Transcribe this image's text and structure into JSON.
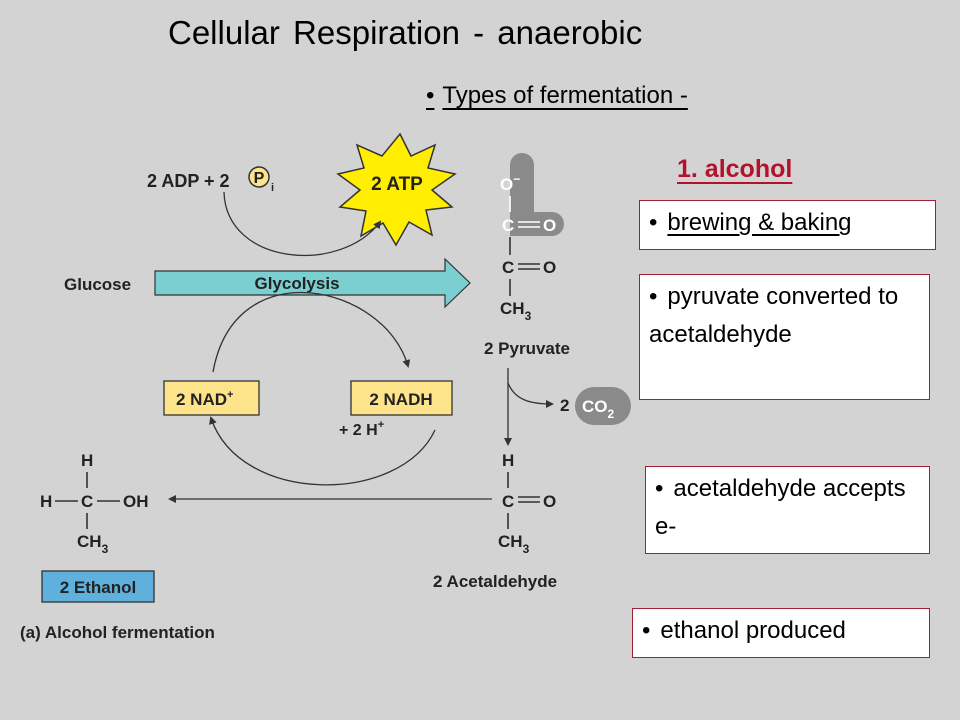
{
  "slide": {
    "title": "Cellular Respiration - anaerobic",
    "subtitle_bullet": "•",
    "subtitle": "Types of fermentation -",
    "section_label": "1. alcohol",
    "notes": [
      {
        "bullet": "•",
        "text": "brewing & baking"
      },
      {
        "bullet": "•",
        "text": "pyruvate converted to acetaldehyde"
      },
      {
        "bullet": "•",
        "text": "acetaldehyde accepts e-"
      },
      {
        "bullet": "•",
        "text": "ethanol produced"
      }
    ]
  },
  "diagram": {
    "adp_label": "2 ADP + 2",
    "pi_p": "P",
    "pi_i": "i",
    "atp": "2 ATP",
    "glucose": "Glucose",
    "glycolysis": "Glycolysis",
    "nad": "2 NAD",
    "nad_sup": "+",
    "nadh": "2 NADH",
    "h_plus": "+ 2 H",
    "h_plus_sup": "+",
    "pyruvate": {
      "o_minus": "O",
      "o_minus_sup": "−",
      "c1": "C",
      "o1": "O",
      "c2": "C",
      "o2": "O",
      "ch3": "CH",
      "ch3_sub": "3",
      "label": "2 Pyruvate"
    },
    "co2": {
      "count": "2",
      "label": "CO",
      "sub": "2"
    },
    "acetaldehyde": {
      "h": "H",
      "c": "C",
      "o": "O",
      "ch3": "CH",
      "ch3_sub": "3",
      "label": "2 Acetaldehyde"
    },
    "ethanol": {
      "h_top": "H",
      "h_left": "H",
      "c": "C",
      "oh": "OH",
      "ch3": "CH",
      "ch3_sub": "3",
      "label": "2 Ethanol"
    },
    "caption": "(a) Alcohol fermentation"
  },
  "colors": {
    "background": "#d3d3d3",
    "atp_burst": "#ffee00",
    "glycolysis_arrow": "#7ccfd0",
    "nad_box": "#fde38a",
    "ethanol_box": "#5fb0dd",
    "gray_highlight": "#8a8a8a",
    "heading_red": "#b3122b"
  }
}
